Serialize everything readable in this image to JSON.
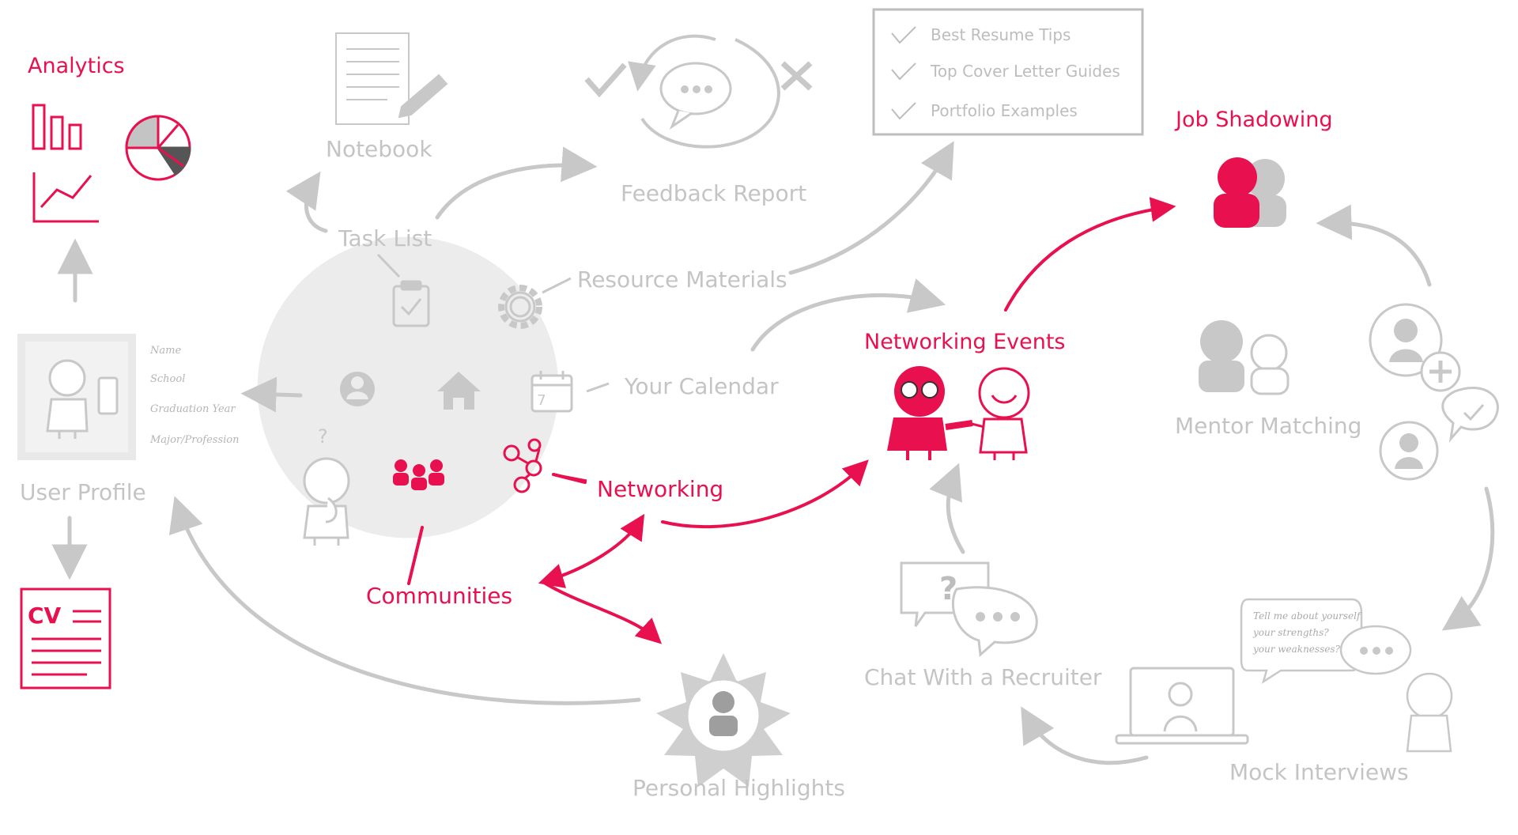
{
  "colors": {
    "accent": "#e8104f",
    "muted": "#c8c8c8",
    "muted_dark": "#a8a8a8"
  },
  "nodes": {
    "analytics": "Analytics",
    "notebook": "Notebook",
    "feedback_report": "Feedback Report",
    "task_list": "Task List",
    "resource_materials": "Resource Materials",
    "your_calendar": "Your Calendar",
    "user_profile": "User Profile",
    "networking": "Networking",
    "communities": "Communities",
    "networking_events": "Networking Events",
    "job_shadowing": "Job Shadowing",
    "mentor_matching": "Mentor Matching",
    "chat_with_recruiter": "Chat With a Recruiter",
    "mock_interviews": "Mock Interviews",
    "personal_highlights": "Personal Highlights"
  },
  "resources_checklist": [
    "Best Resume Tips",
    "Top Cover Letter Guides",
    "Portfolio Examples"
  ],
  "profile_fields": [
    "Name",
    "School",
    "Graduation Year",
    "Major/Profession"
  ],
  "cv_label": "CV",
  "calendar_day": "7",
  "question_mark": "?",
  "interview_bubble": [
    "Tell me about yourself",
    "your strengths?",
    "your weaknesses?"
  ],
  "icons": [
    "bar-chart-icon",
    "pie-chart-icon",
    "line-chart-icon",
    "notebook-icon",
    "pencil-icon",
    "check-icon",
    "close-icon",
    "chat-bubble-icon",
    "clipboard-icon",
    "gear-icon",
    "user-icon",
    "home-icon",
    "calendar-icon",
    "group-icon",
    "network-icon",
    "cv-document-icon",
    "sun-badge-icon",
    "laptop-icon",
    "add-user-icon"
  ]
}
